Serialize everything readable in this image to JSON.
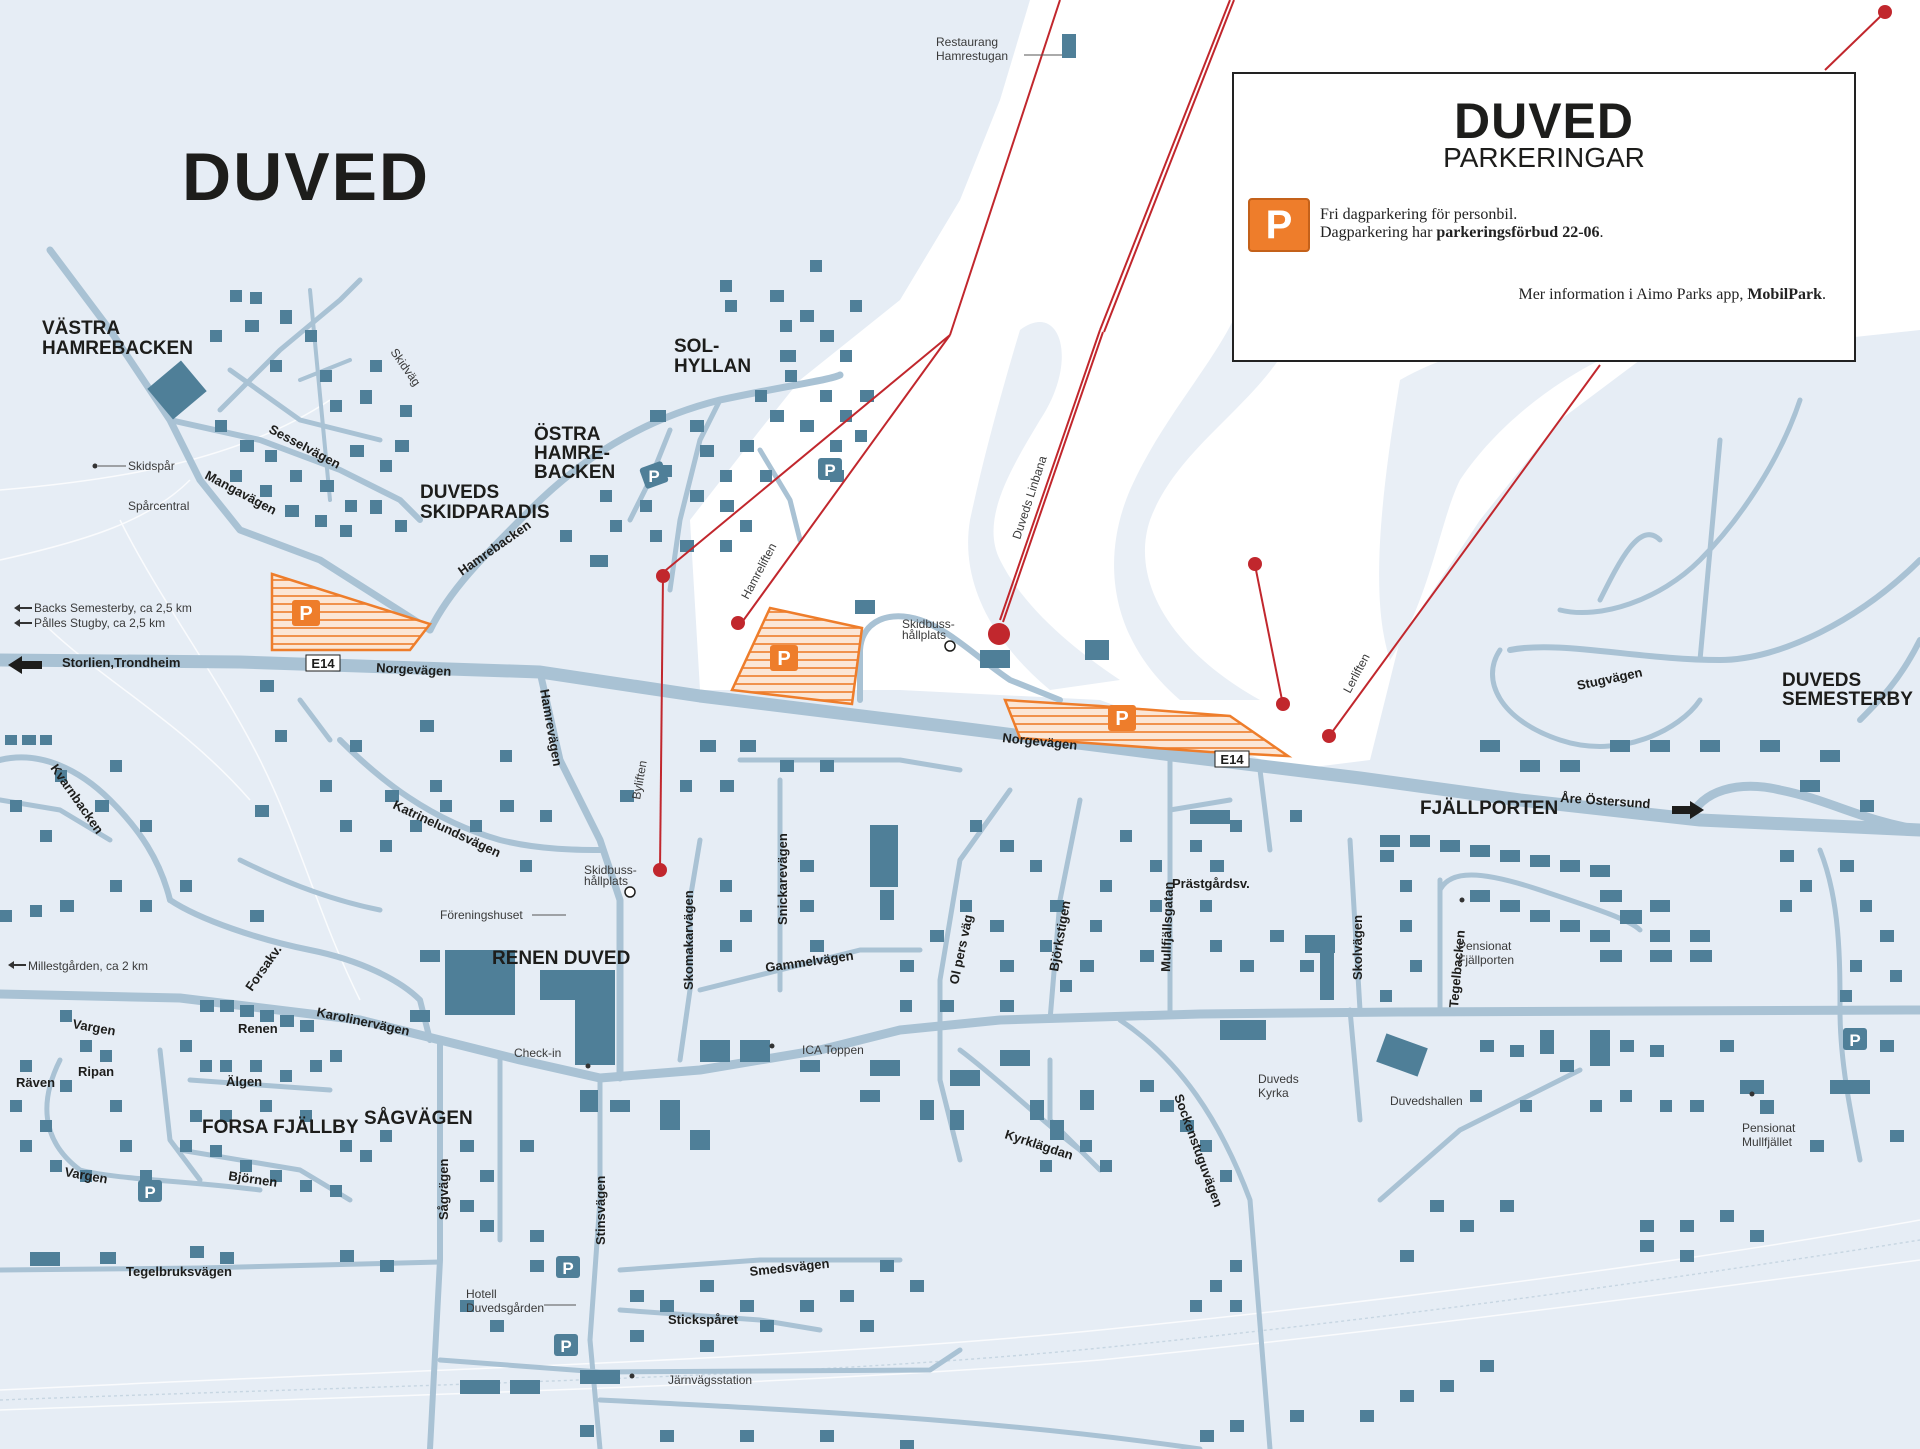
{
  "title": "DUVED",
  "colors": {
    "background": "#e6edf5",
    "road": "#a9c2d4",
    "highway": "#a9c2d4",
    "building": "#4f7f98",
    "ski_slope": "#ffffff",
    "lift": "#c1272d",
    "parking": "#ee7d2b"
  },
  "legend": {
    "title": "DUVED",
    "subtitle": "PARKERINGAR",
    "parking_icon": "P",
    "line1": "Fri dagparkering för personbil.",
    "line2_prefix": "Dagparkering har ",
    "line2_bold": "parkeringsförbud 22-06",
    "line2_suffix": ".",
    "info_prefix": "Mer information i Aimo Parks app, ",
    "info_bold": "MobilPark",
    "info_suffix": "."
  },
  "districts": {
    "vastra1": "VÄSTRA",
    "vastra2": "HAMREBACKEN",
    "ostra1": "ÖSTRA",
    "ostra2": "HAMRE-",
    "ostra3": "BACKEN",
    "sol1": "SOL-",
    "sol2": "HYLLAN",
    "skid1": "DUVEDS",
    "skid2": "SKIDPARADIS",
    "renen": "RENEN DUVED",
    "forsa": "FORSA FJÄLLBY",
    "sagvagen": "SÅGVÄGEN",
    "fjallporten": "FJÄLLPORTEN",
    "sem1": "DUVEDS",
    "sem2": "SEMESTERBY"
  },
  "roads": {
    "e14a": "E14",
    "e14b": "E14",
    "storlien": "Storlien,Trondheim",
    "norge1": "Norgevägen",
    "norge2": "Norgevägen",
    "are": "Åre Östersund",
    "sessel": "Sesselvägen",
    "manga": "Mangavägen",
    "hamreb": "Hamrebacken",
    "hamrev": "Hamrevägen",
    "skidvag": "Skidväg",
    "kvarn": "Kvarnbacken",
    "katrine": "Katrinelundsvägen",
    "skomakar": "Skomakarvägen",
    "snickare": "Snickarevägen",
    "gammel": "Gammelvägen",
    "olpers": "Ol pers väg",
    "bjork": "Björkstigen",
    "mullfjall": "Mullfjällsgatan",
    "prast": "Prästgårdsv.",
    "skolv": "Skolvägen",
    "tegelb": "Tegelbacken",
    "stugv": "Stugvägen",
    "forsak": "Forsakv.",
    "vargen1": "Vargen",
    "renen": "Renen",
    "karoliner": "Karolinervägen",
    "raven": "Räven",
    "ripan": "Ripan",
    "algen": "Älgen",
    "vargen2": "Vargen",
    "bjornen": "Björnen",
    "sagv": "Sågvägen",
    "stins": "Stinsvägen",
    "tegelbruk": "Tegelbruksvägen",
    "smeds": "Smedsvägen",
    "sticks": "Stickspåret",
    "kyrk": "Kyrklägdan",
    "sockenstugu": "Sockenstuguvägen"
  },
  "lifts": {
    "hamreliften": "Hamreliften",
    "bylift": "Byliften",
    "linbana": "Duveds Linbana",
    "lerliften": "Lerliften"
  },
  "pois": {
    "rest1": "Restaurang",
    "rest2": "Hamrestugan",
    "skidspar": "Skidspår",
    "sparcentral": "Spårcentral",
    "backs": "Backs Semesterby, ca 2,5 km",
    "palles": "Pålles Stugby, ca 2,5 km",
    "millest": "Millestgården, ca 2 km",
    "skidbuss1a": "Skidbuss-",
    "skidbuss1b": "hållplats",
    "skidbuss2a": "Skidbuss-",
    "skidbuss2b": "hållplats",
    "forenings": "Föreningshuset",
    "checkin": "Check-in",
    "ica": "ICA Toppen",
    "kyrka1": "Duveds",
    "kyrka2": "Kyrka",
    "duvedshallen": "Duvedshallen",
    "pens1a": "Pensionat",
    "pens1b": "Fjällporten",
    "pens2a": "Pensionat",
    "pens2b": "Mullfjället",
    "hotell1": "Hotell",
    "hotell2": "Duvedsgården",
    "jarnvag": "Järnvägsstation"
  },
  "parking_label": "P"
}
